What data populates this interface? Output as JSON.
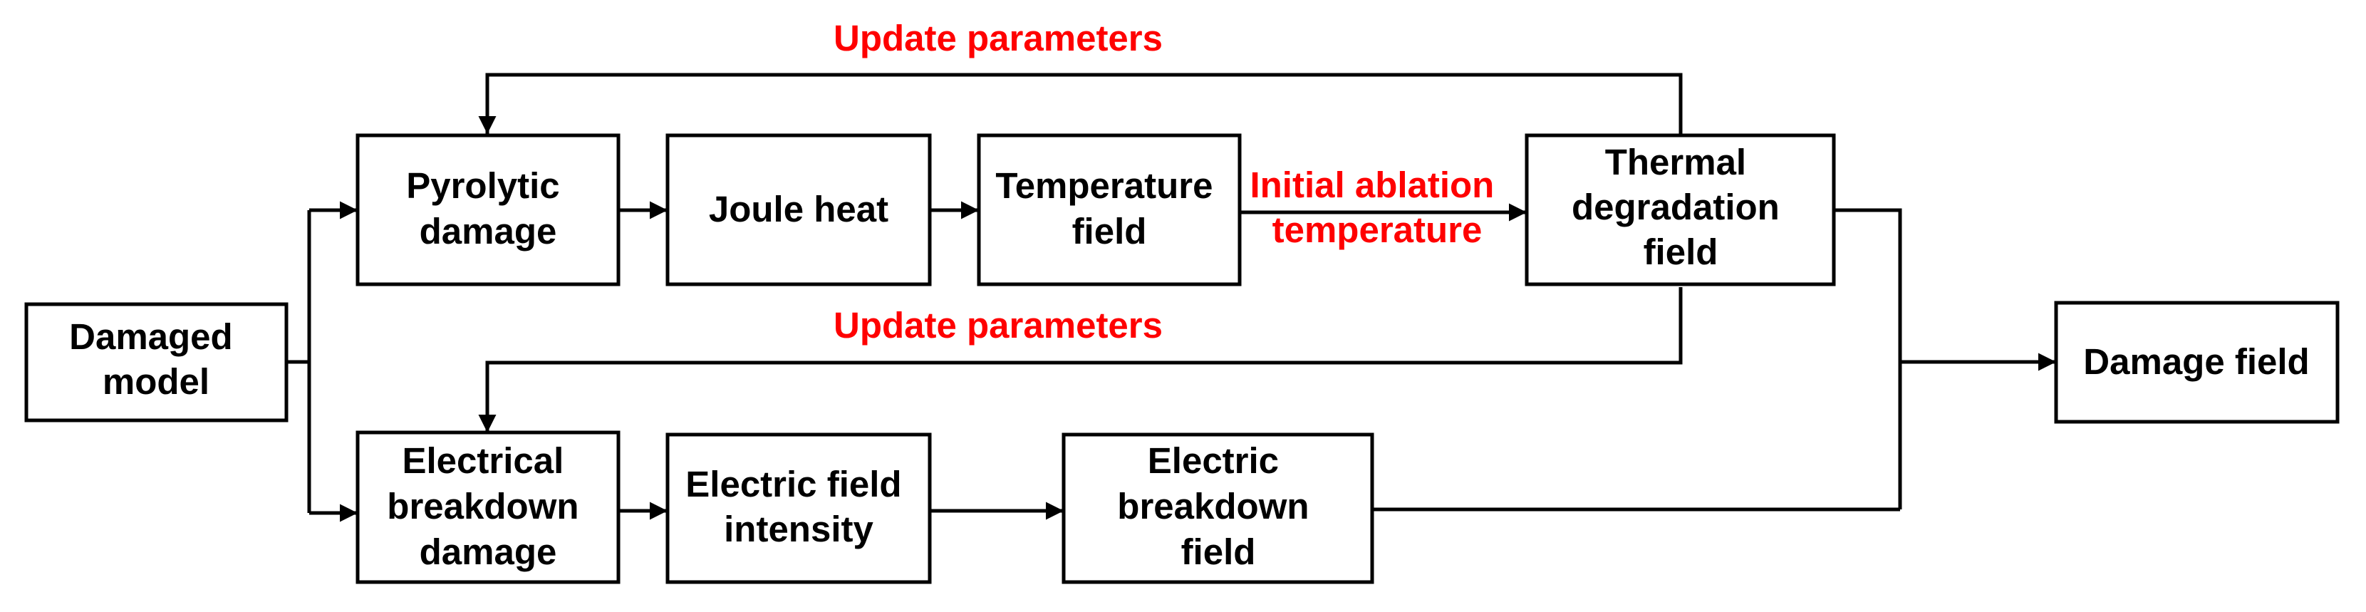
{
  "diagram": {
    "colors": {
      "box_stroke": "#000000",
      "box_fill": "#ffffff",
      "edge": "#000000",
      "label_red": "#ff0000"
    },
    "nodes": {
      "damaged_model": [
        "Damaged",
        "model"
      ],
      "pyrolytic_damage": [
        "Pyrolytic",
        "damage"
      ],
      "joule_heat": [
        "Joule heat"
      ],
      "temperature_field": [
        "Temperature",
        "field"
      ],
      "thermal_degradation_field": [
        "Thermal",
        "degradation",
        "field"
      ],
      "electrical_breakdown_damage": [
        "Electrical",
        "breakdown",
        "damage"
      ],
      "electric_field_intensity": [
        "Electric field",
        "intensity"
      ],
      "electric_breakdown_field": [
        "Electric",
        "breakdown",
        "field"
      ],
      "damage_field": [
        "Damage field"
      ]
    },
    "labels": {
      "update_parameters_top": "Update parameters",
      "update_parameters_middle": "Update parameters",
      "initial_ablation_temperature": [
        "Initial ablation",
        "temperature"
      ]
    }
  }
}
